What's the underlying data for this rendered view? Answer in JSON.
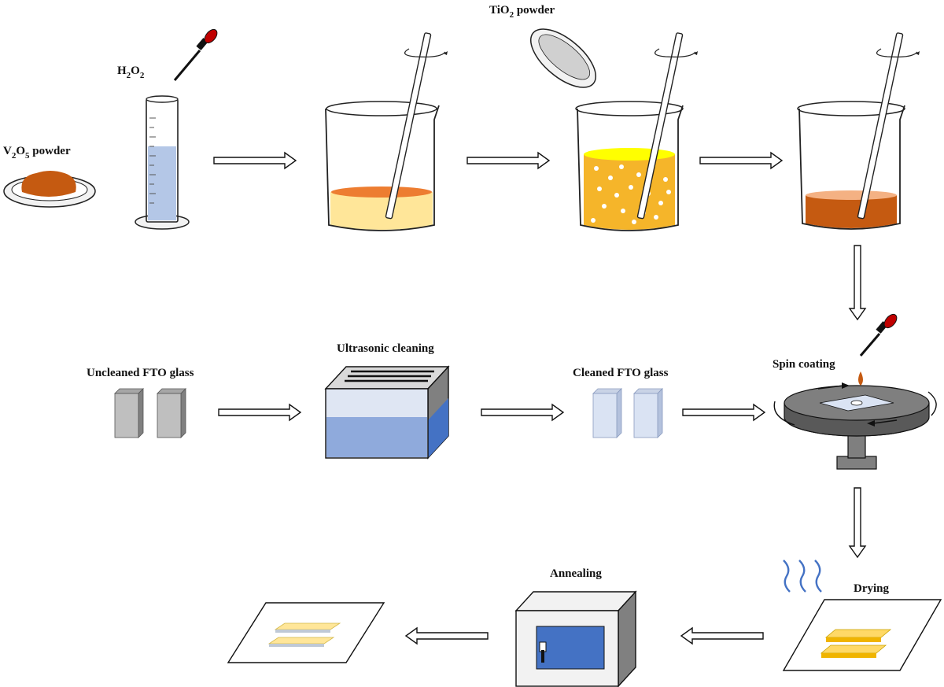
{
  "labels": {
    "v2o5": {
      "p1": "V",
      "s1": "2",
      "p2": "O",
      "s2": "5",
      "p3": " powder"
    },
    "h2o2": {
      "p1": "H",
      "s1": "2",
      "p2": "O",
      "s2": "2"
    },
    "tio2": {
      "p1": "TiO",
      "s1": "2",
      "p2": " powder"
    },
    "uncleaned": "Uncleaned FTO glass",
    "ultrasonic": "Ultrasonic cleaning",
    "cleaned": "Cleaned FTO glass",
    "spin": "Spin coating",
    "drying": "Drying",
    "annealing": "Annealing"
  },
  "colors": {
    "v2o5_powder": "#c55a11",
    "h2o2_liquid": "#b4c7e7",
    "beaker1_liquid": "#ffe699",
    "beaker1_top": "#ed7d31",
    "beaker2_liquid": "#f5b52a",
    "beaker2_top": "#ffff00",
    "beaker3_liquid": "#c55a11",
    "beaker3_top": "#f4b183",
    "uncleaned_glass": "#bfbfbf",
    "cleaned_glass": "#dae3f3",
    "ultrasonic_water": "#8faadc",
    "spin_platform": "#595959",
    "furnace_window": "#4472c4",
    "film": "#ffe699",
    "dried_film": "#ffd966",
    "heat_waves": "#4472c4",
    "dropper_bulb": "#c00000"
  }
}
